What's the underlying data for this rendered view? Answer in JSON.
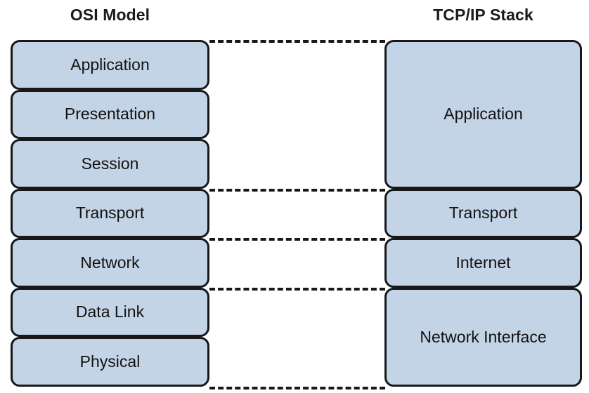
{
  "diagram": {
    "title": "OSI Model and TCP/IP Stack comparison",
    "background_color": "#ffffff",
    "box_fill_color": "#c4d4e7",
    "box_border_color": "#17181a",
    "text_color": "#121212"
  },
  "columns": {
    "osi": {
      "title": "OSI Model",
      "layers": [
        {
          "label": "Application",
          "span": 1
        },
        {
          "label": "Presentation",
          "span": 1
        },
        {
          "label": "Session",
          "span": 1
        },
        {
          "label": "Transport",
          "span": 1
        },
        {
          "label": "Network",
          "span": 1
        },
        {
          "label": "Data Link",
          "span": 1
        },
        {
          "label": "Physical",
          "span": 1
        }
      ]
    },
    "tcpip": {
      "title": "TCP/IP Stack",
      "layers": [
        {
          "label": "Application",
          "span": 3
        },
        {
          "label": "Transport",
          "span": 1
        },
        {
          "label": "Internet",
          "span": 1
        },
        {
          "label": "Network Interface",
          "span": 2
        }
      ]
    }
  },
  "connectors": [
    {
      "name": "top-boundary",
      "after_osi_layer": 0
    },
    {
      "name": "session-transport-boundary",
      "after_osi_layer": 3
    },
    {
      "name": "transport-network-boundary",
      "after_osi_layer": 4
    },
    {
      "name": "network-datalink-boundary",
      "after_osi_layer": 5
    },
    {
      "name": "bottom-boundary",
      "after_osi_layer": 7
    }
  ]
}
